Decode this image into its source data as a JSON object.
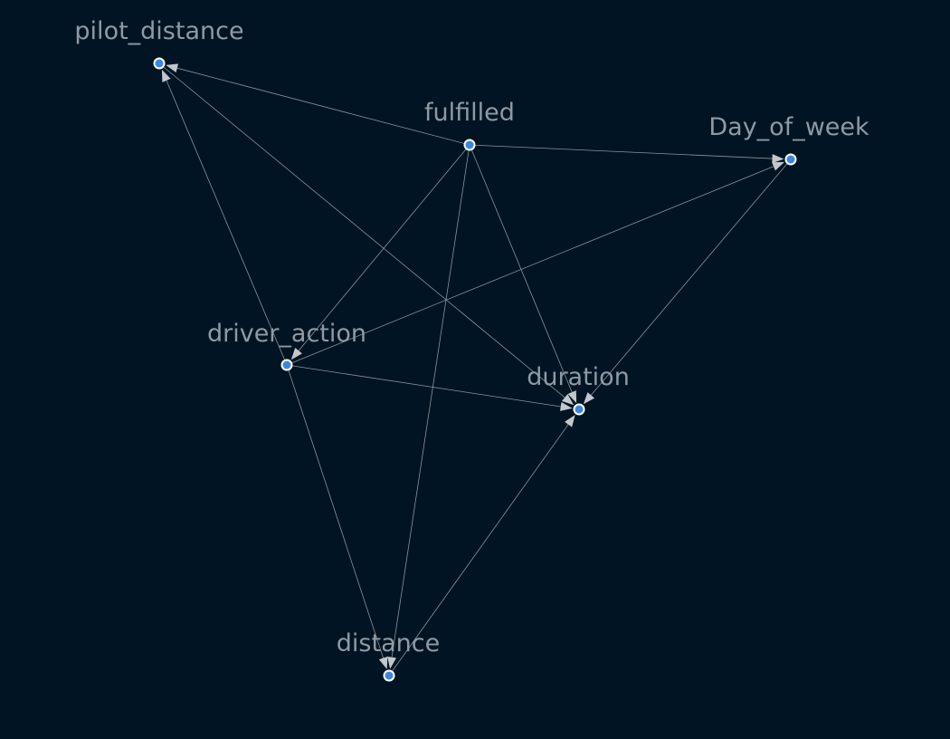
{
  "graph": {
    "nodes": [
      {
        "id": "pilot_distance",
        "label": "pilot_distance"
      },
      {
        "id": "fulfilled",
        "label": "fulfilled"
      },
      {
        "id": "Day_of_week",
        "label": "Day_of_week"
      },
      {
        "id": "driver_action",
        "label": "driver_action"
      },
      {
        "id": "duration",
        "label": "duration"
      },
      {
        "id": "distance",
        "label": "distance"
      }
    ],
    "edges": [
      {
        "source": "fulfilled",
        "target": "pilot_distance"
      },
      {
        "source": "fulfilled",
        "target": "Day_of_week"
      },
      {
        "source": "fulfilled",
        "target": "driver_action"
      },
      {
        "source": "fulfilled",
        "target": "duration"
      },
      {
        "source": "fulfilled",
        "target": "distance"
      },
      {
        "source": "pilot_distance",
        "target": "duration"
      },
      {
        "source": "driver_action",
        "target": "pilot_distance"
      },
      {
        "source": "driver_action",
        "target": "Day_of_week"
      },
      {
        "source": "driver_action",
        "target": "duration"
      },
      {
        "source": "driver_action",
        "target": "distance"
      },
      {
        "source": "Day_of_week",
        "target": "duration"
      },
      {
        "source": "distance",
        "target": "duration"
      }
    ]
  },
  "colors": {
    "background": "#011423",
    "node_fill": "#3d86e0",
    "node_stroke": "#ffffff",
    "edge": "#8a939b",
    "arrow": "#c2c7cc",
    "label": "#8f9aa3"
  }
}
